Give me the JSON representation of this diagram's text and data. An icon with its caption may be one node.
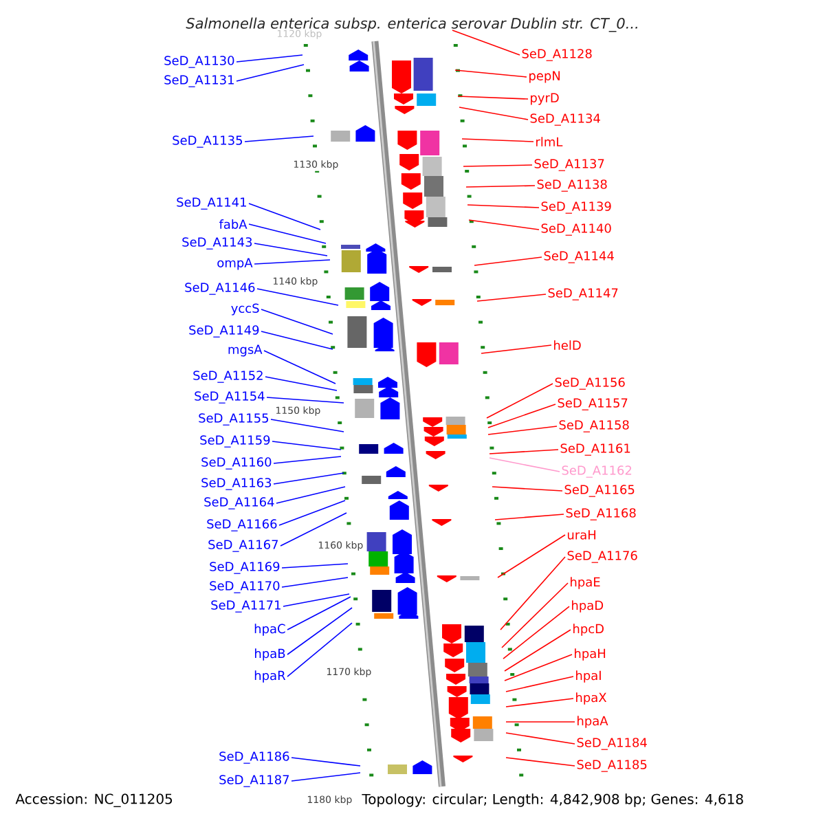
{
  "diagram": {
    "title": "Salmonella enterica subsp. enterica serovar Dublin str. CT_0...",
    "nodes": [
      {
        "text": [
          "SeD_A1130"
        ]
      },
      {
        "text": [
          "SeD_A1131"
        ]
      },
      {
        "text": [
          "SeD_A1135"
        ]
      },
      {
        "text": [
          "SeD_A1141"
        ]
      },
      {
        "text": [
          "fabA"
        ]
      },
      {
        "text": [
          "SeD_A1143"
        ]
      },
      {
        "text": [
          "ompA"
        ]
      },
      {
        "text": [
          "SeD_A1146"
        ]
      },
      {
        "text": [
          "yccS"
        ]
      },
      {
        "text": [
          "SeD_A1149"
        ]
      },
      {
        "text": [
          "mgsA"
        ]
      },
      {
        "text": [
          "SeD_A1152"
        ]
      },
      {
        "text": [
          "SeD_A1154"
        ]
      },
      {
        "text": [
          "SeD_A1155"
        ]
      },
      {
        "text": [
          "SeD_A1159"
        ]
      },
      {
        "text": [
          "SeD_A1160"
        ]
      },
      {
        "text": [
          "SeD_A1163"
        ]
      },
      {
        "text": [
          "SeD_A1164"
        ]
      },
      {
        "text": [
          "SeD_A1166"
        ]
      },
      {
        "text": [
          "SeD_A1167"
        ]
      },
      {
        "text": [
          "SeD_A1169"
        ]
      },
      {
        "text": [
          "SeD_A1170"
        ]
      },
      {
        "text": [
          "SeD_A1171"
        ]
      },
      {
        "text": [
          "hpaC"
        ]
      },
      {
        "text": [
          "hpaB"
        ]
      },
      {
        "text": [
          "hpaR"
        ]
      },
      {
        "text": [
          "SeD_A1186"
        ]
      },
      {
        "text": [
          "SeD_A1187"
        ]
      },
      {
        "text": [
          "SeD_A1128"
        ]
      },
      {
        "text": [
          "pepN"
        ]
      },
      {
        "text": [
          "pyrD"
        ]
      },
      {
        "text": [
          "SeD_A1134"
        ]
      },
      {
        "text": [
          "rlmL"
        ]
      },
      {
        "text": [
          "SeD_A1137"
        ]
      },
      {
        "text": [
          "SeD_A1138"
        ]
      },
      {
        "text": [
          "SeD_A1139"
        ]
      },
      {
        "text": [
          "SeD_A1140"
        ]
      },
      {
        "text": [
          "SeD_A1144"
        ]
      },
      {
        "text": [
          "SeD_A1147"
        ]
      },
      {
        "text": [
          "helD"
        ]
      },
      {
        "text": [
          "SeD_A1156"
        ]
      },
      {
        "text": [
          "SeD_A1157"
        ]
      },
      {
        "text": [
          "SeD_A1158"
        ]
      },
      {
        "text": [
          "SeD_A1161"
        ]
      },
      {
        "text": [
          "SeD_A1162"
        ]
      },
      {
        "text": [
          "SeD_A1165"
        ]
      },
      {
        "text": [
          "SeD_A1168"
        ]
      },
      {
        "text": [
          "uraH"
        ]
      },
      {
        "text": [
          "SeD_A1176"
        ]
      },
      {
        "text": [
          "hpaE"
        ]
      },
      {
        "text": [
          "hpaD"
        ]
      },
      {
        "text": [
          "hpcD"
        ]
      },
      {
        "text": [
          "hpaH"
        ]
      },
      {
        "text": [
          "hpaI"
        ]
      },
      {
        "text": [
          "hpaX"
        ]
      },
      {
        "text": [
          "hpaA"
        ]
      },
      {
        "text": [
          "SeD_A1184"
        ]
      },
      {
        "text": [
          "SeD_A1185"
        ]
      }
    ],
    "edges": [
      {
        "from": 0,
        "to": null,
        "arrow": "none",
        "color": "#0000ff"
      },
      {
        "from": 1,
        "to": null,
        "arrow": "none",
        "color": "#0000ff"
      },
      {
        "from": 2,
        "to": null,
        "arrow": "none",
        "color": "#0000ff"
      },
      {
        "from": 3,
        "to": null,
        "arrow": "none",
        "color": "#0000ff"
      },
      {
        "from": 4,
        "to": null,
        "arrow": "none",
        "color": "#0000ff"
      },
      {
        "from": 5,
        "to": null,
        "arrow": "none",
        "color": "#0000ff"
      },
      {
        "from": 6,
        "to": null,
        "arrow": "none",
        "color": "#0000ff"
      },
      {
        "from": 7,
        "to": null,
        "arrow": "none",
        "color": "#0000ff"
      },
      {
        "from": 8,
        "to": null,
        "arrow": "none",
        "color": "#0000ff"
      },
      {
        "from": 9,
        "to": null,
        "arrow": "none",
        "color": "#0000ff"
      },
      {
        "from": 10,
        "to": null,
        "arrow": "none",
        "color": "#0000ff"
      },
      {
        "from": 11,
        "to": null,
        "arrow": "none",
        "color": "#0000ff"
      },
      {
        "from": 12,
        "to": null,
        "arrow": "none",
        "color": "#0000ff"
      },
      {
        "from": 13,
        "to": null,
        "arrow": "none",
        "color": "#0000ff"
      },
      {
        "from": 14,
        "to": null,
        "arrow": "none",
        "color": "#0000ff"
      },
      {
        "from": 15,
        "to": null,
        "arrow": "none",
        "color": "#0000ff"
      },
      {
        "from": 16,
        "to": null,
        "arrow": "none",
        "color": "#0000ff"
      },
      {
        "from": 17,
        "to": null,
        "arrow": "none",
        "color": "#0000ff"
      },
      {
        "from": 18,
        "to": null,
        "arrow": "none",
        "color": "#0000ff"
      },
      {
        "from": 19,
        "to": null,
        "arrow": "none",
        "color": "#0000ff"
      },
      {
        "from": 20,
        "to": null,
        "arrow": "none",
        "color": "#0000ff"
      },
      {
        "from": 21,
        "to": null,
        "arrow": "none",
        "color": "#0000ff"
      },
      {
        "from": 22,
        "to": null,
        "arrow": "none",
        "color": "#0000ff"
      },
      {
        "from": 23,
        "to": null,
        "arrow": "none",
        "color": "#0000ff"
      },
      {
        "from": 24,
        "to": null,
        "arrow": "none",
        "color": "#0000ff"
      },
      {
        "from": 25,
        "to": null,
        "arrow": "none",
        "color": "#0000ff"
      },
      {
        "from": 26,
        "to": null,
        "arrow": "none",
        "color": "#0000ff"
      },
      {
        "from": 27,
        "to": null,
        "arrow": "none",
        "color": "#0000ff"
      },
      {
        "from": 28,
        "to": null,
        "arrow": "none"
      },
      {
        "from": 29,
        "to": null,
        "arrow": "none"
      },
      {
        "from": 30,
        "to": null,
        "arrow": "none"
      },
      {
        "from": 31,
        "to": null,
        "arrow": "none"
      },
      {
        "from": 32,
        "to": null,
        "arrow": "none"
      },
      {
        "from": 33,
        "to": null,
        "arrow": "none"
      },
      {
        "from": 34,
        "to": null,
        "arrow": "none"
      },
      {
        "from": 35,
        "to": null,
        "arrow": "none"
      },
      {
        "from": 36,
        "to": null,
        "arrow": "none"
      },
      {
        "from": 37,
        "to": null,
        "arrow": "none"
      },
      {
        "from": 38,
        "to": null,
        "arrow": "none"
      },
      {
        "from": 39,
        "to": null,
        "arrow": "none"
      },
      {
        "from": 40,
        "to": null,
        "arrow": "none"
      },
      {
        "from": 41,
        "to": null,
        "arrow": "none"
      },
      {
        "from": 42,
        "to": null,
        "arrow": "none"
      },
      {
        "from": 43,
        "to": null,
        "arrow": "none"
      },
      {
        "from": 44,
        "to": null,
        "arrow": "none",
        "color": "#ff99cc"
      },
      {
        "from": 45,
        "to": null,
        "arrow": "none"
      },
      {
        "from": 46,
        "to": null,
        "arrow": "none"
      },
      {
        "from": 47,
        "to": null,
        "arrow": "none"
      },
      {
        "from": 48,
        "to": null,
        "arrow": "none"
      },
      {
        "from": 49,
        "to": null,
        "arrow": "none"
      },
      {
        "from": 50,
        "to": null,
        "arrow": "none"
      },
      {
        "from": 51,
        "to": null,
        "arrow": "none"
      },
      {
        "from": 52,
        "to": null,
        "arrow": "none"
      },
      {
        "from": 53,
        "to": null,
        "arrow": "none"
      },
      {
        "from": 54,
        "to": null,
        "arrow": "none"
      },
      {
        "from": 55,
        "to": null,
        "arrow": "none"
      },
      {
        "from": 56,
        "to": null,
        "arrow": "none"
      },
      {
        "from": 57,
        "to": null,
        "arrow": "none"
      }
    ],
    "labels": [
      "1120 kbp",
      "1130 kbp",
      "1140 kbp",
      "1150 kbp",
      "1160 kbp",
      "1170 kbp",
      "Accession: NC_011205",
      "1180 kbp",
      "Topology: circular; Length: 4,842,908 bp; Genes: 4,618"
    ]
  }
}
